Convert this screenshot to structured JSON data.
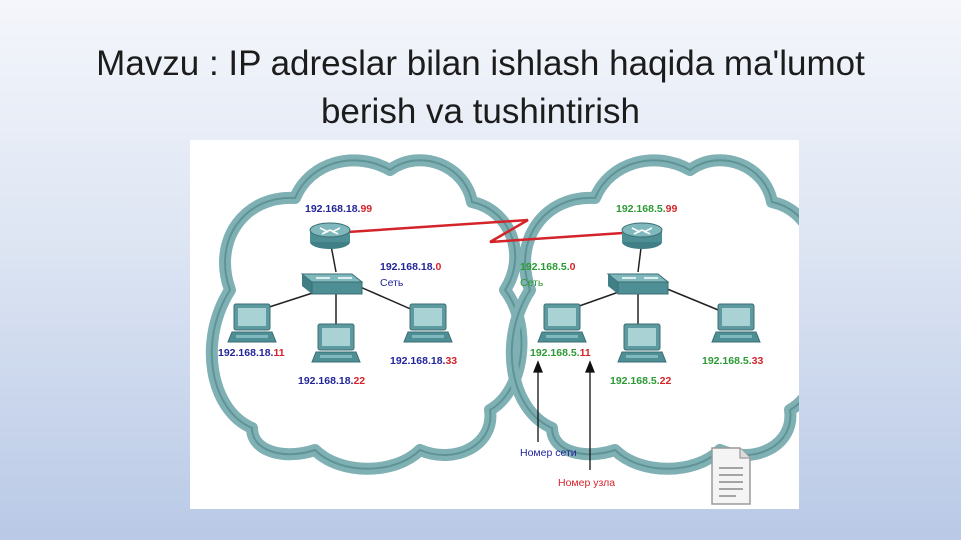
{
  "slide": {
    "title_line1": "Mavzu : IP adreslar bilan ishlash haqida ma'lumot",
    "title_line2": "berish va tushintirish"
  },
  "colors": {
    "network_part": "#22259a",
    "network_part_right": "#2c9a34",
    "host_part": "#d4242a",
    "cloud": "#6fa3a6",
    "device": "#4e8f95"
  },
  "diagram": {
    "left": {
      "router": {
        "net": "192.168.18.",
        "host": "99"
      },
      "network": {
        "net": "192.168.18.",
        "host": "0",
        "label": "Сеть"
      },
      "hosts": [
        {
          "net": "192.168.18.",
          "host": "11"
        },
        {
          "net": "192.168.18.",
          "host": "22"
        },
        {
          "net": "192.168.18.",
          "host": "33"
        }
      ]
    },
    "right": {
      "router": {
        "net": "192.168.5.",
        "host": "99"
      },
      "network": {
        "net": "192.168.5.",
        "host": "0",
        "label": "Сеть"
      },
      "hosts": [
        {
          "net": "192.168.5.",
          "host": "11"
        },
        {
          "net": "192.168.5.",
          "host": "22"
        },
        {
          "net": "192.168.5.",
          "host": "33"
        }
      ]
    },
    "annotations": {
      "network_number": "Номер сети",
      "host_number": "Номер узла"
    },
    "icons": [
      "router-icon",
      "switch-icon",
      "computer-icon",
      "document-icon"
    ]
  }
}
